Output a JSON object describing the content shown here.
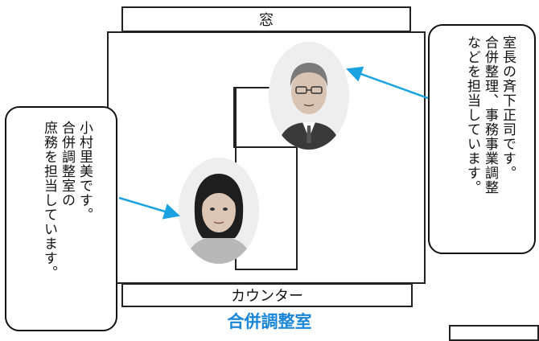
{
  "floor_plan": {
    "window_label": "窓",
    "counter_label": "カウンター",
    "section_title": "合併調整室"
  },
  "callouts": {
    "left": {
      "lines": [
        "小村里美です。",
        "合併調整室の",
        "庶務を担当しています。"
      ]
    },
    "right": {
      "lines": [
        "室長の斉下正司です。",
        "合併整理、事務事業調整",
        "などを担当しています。"
      ]
    }
  },
  "colors": {
    "title": "#1a86d8",
    "arrow": "#1aa3e0",
    "outline": "#222222"
  },
  "icons": [
    "portrait-photo",
    "arrow"
  ]
}
